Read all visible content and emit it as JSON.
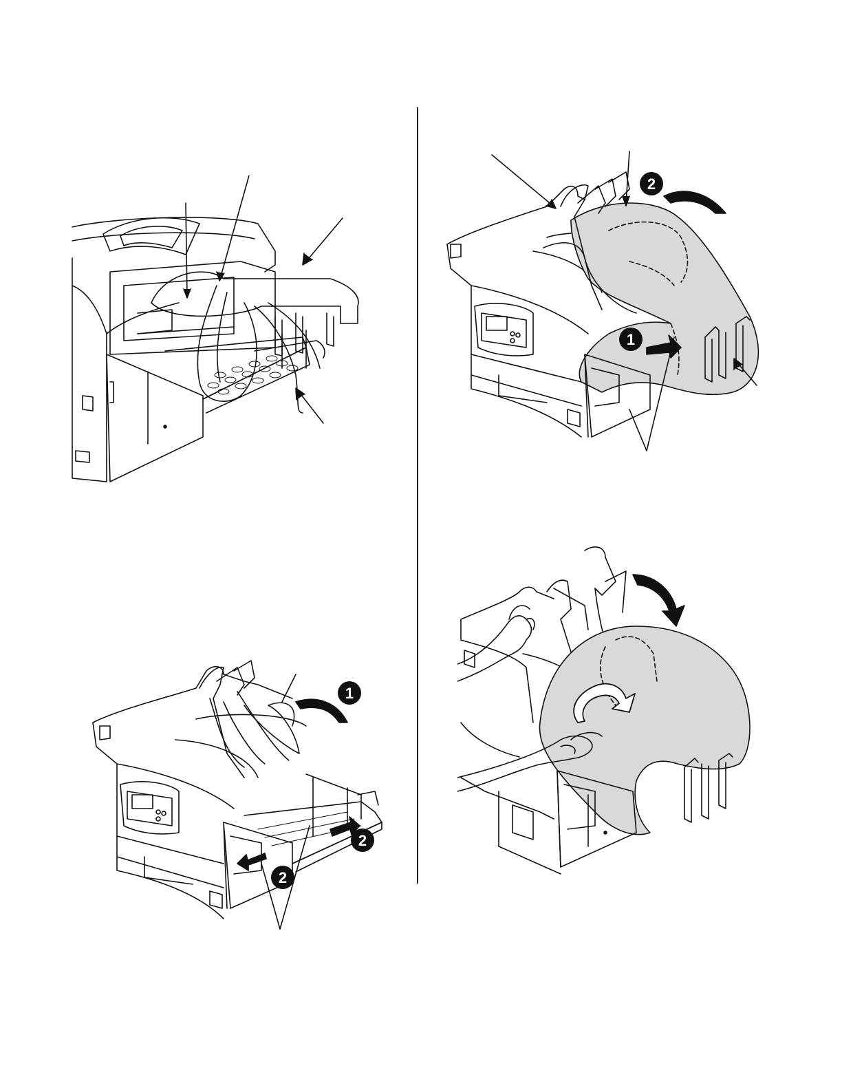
{
  "figures": [
    {
      "id": "fig-a",
      "name": "stacker-installed-on-printer-side"
    },
    {
      "id": "fig-b",
      "name": "banner-paper-folded-into-stacker"
    },
    {
      "id": "fig-c",
      "name": "stacker-arms-raised-and-side-guides-extended"
    },
    {
      "id": "fig-d",
      "name": "paper-roll-guided-by-hand"
    }
  ],
  "step_badges": {
    "fig_b_step_1": "1",
    "fig_b_step_2": "2",
    "fig_c_step_1": "1",
    "fig_c_step_2a": "2",
    "fig_c_step_2b": "2"
  },
  "colors": {
    "line": "#111111",
    "paper_fill": "#d9d9d9",
    "badge_fill": "#111111",
    "badge_text": "#ffffff",
    "page_bg": "#ffffff"
  }
}
